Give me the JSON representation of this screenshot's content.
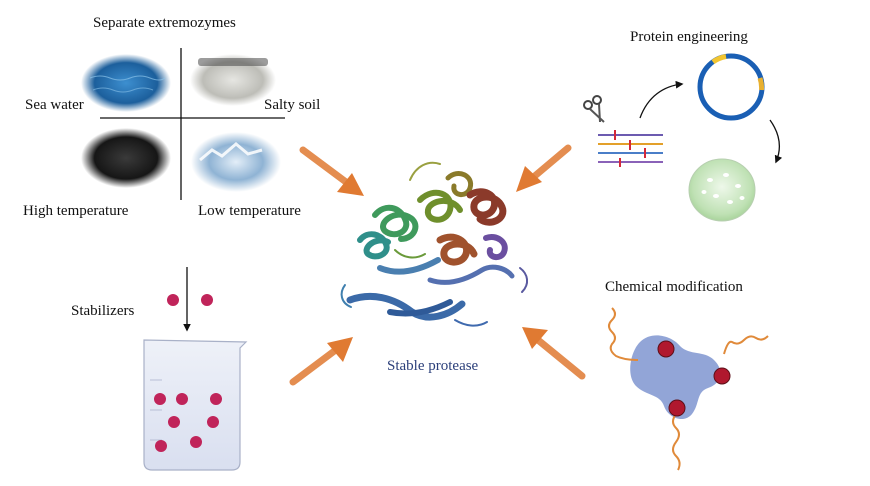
{
  "extremozymes": {
    "title": "Separate extremozymes",
    "quadrants": [
      {
        "label": "Sea water"
      },
      {
        "label": "Salty soil"
      },
      {
        "label": "High temperature"
      },
      {
        "label": "Low temperature"
      }
    ]
  },
  "protein_engineering": {
    "title": "Protein engineering"
  },
  "stabilizers": {
    "title": "Stabilizers"
  },
  "chemical_modification": {
    "title": "Chemical modification"
  },
  "center": {
    "label": "Stable protease"
  },
  "colors": {
    "arrow": "#e07a32",
    "label_center": "#2b3f7a",
    "particle": "#c0245a",
    "sea": "#1f6fae",
    "plasmid": "#1a5fb4",
    "protein_blob": "#7f95d0"
  }
}
